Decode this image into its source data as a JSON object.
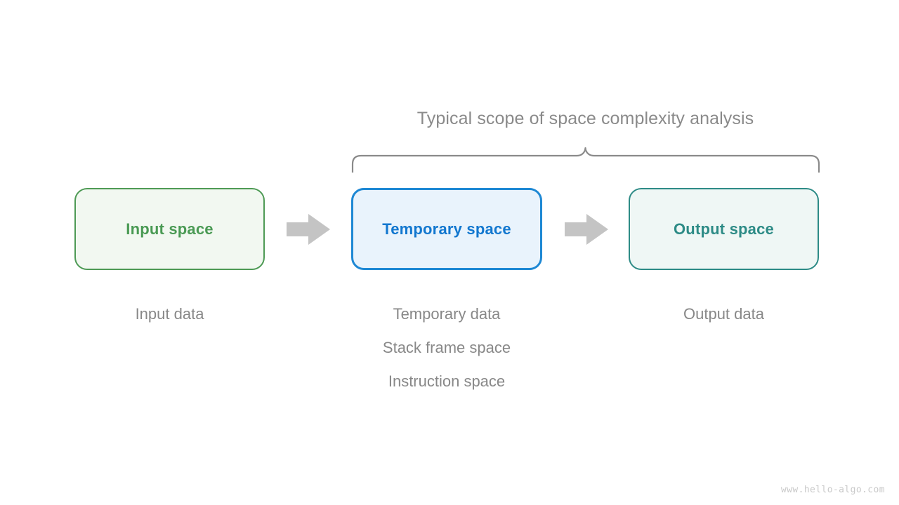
{
  "diagram": {
    "title": "Typical scope of space complexity analysis",
    "watermark": "www.hello-algo.com",
    "colors": {
      "background": "#ffffff",
      "input_border": "#4e9a55",
      "input_fill": "#f2f8f1",
      "input_text": "#4a9a54",
      "temp_border": "#1e88d4",
      "temp_fill": "#e9f3fc",
      "temp_text": "#1277cf",
      "output_border": "#2d8b86",
      "output_fill": "#eff7f5",
      "output_text": "#2d8b86",
      "arrow": "#c4c4c4",
      "brace": "#8a8a8a",
      "caption_text": "#888888",
      "watermark_text": "#c9c9c9"
    },
    "boxes": [
      {
        "id": "input",
        "label": "Input space",
        "captions": [
          "Input data"
        ]
      },
      {
        "id": "temporary",
        "label": "Temporary space",
        "captions": [
          "Temporary data",
          "Stack frame space",
          "Instruction space"
        ]
      },
      {
        "id": "output",
        "label": "Output space",
        "captions": [
          "Output data"
        ]
      }
    ],
    "arrows": [
      {
        "id": "input-to-temporary",
        "direction": "right"
      },
      {
        "id": "temporary-to-output",
        "direction": "right"
      }
    ],
    "brace": {
      "covers": [
        "temporary",
        "output"
      ],
      "orientation": "top"
    }
  }
}
